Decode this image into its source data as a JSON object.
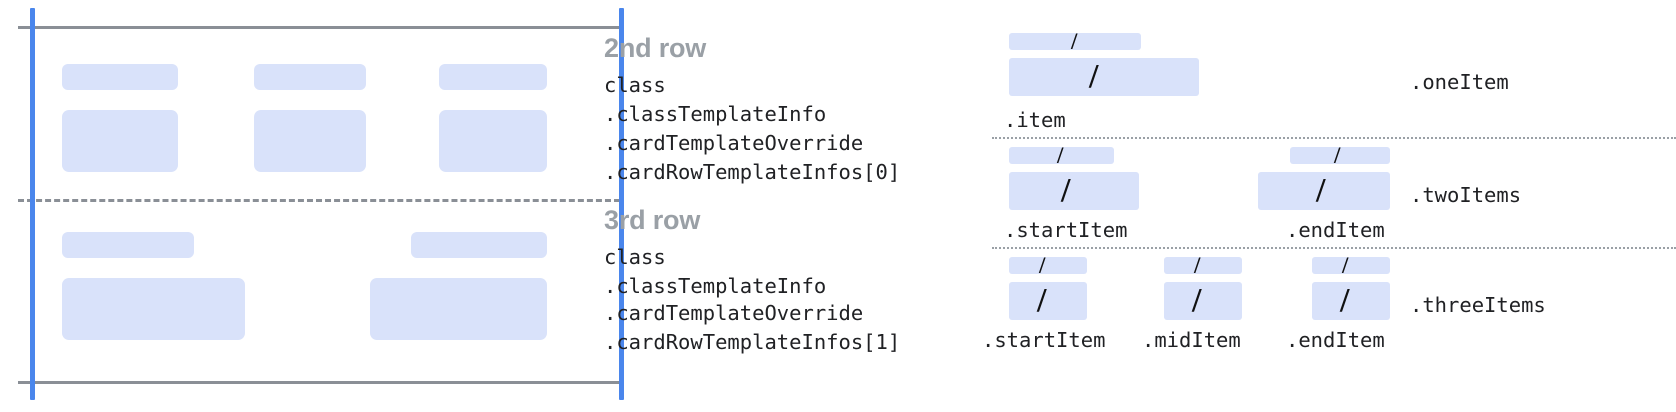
{
  "colors": {
    "placeholder_fill": "#d9e2fa",
    "guide_blue": "#4a86ec",
    "guide_gray": "#8a8f96",
    "heading_gray": "#9aa0a6",
    "mono_text": "#202124"
  },
  "left_panel": {
    "name": "card-row-template-preview",
    "rows": [
      {
        "name": "second-row-preview",
        "items": [
          {
            "label_bar": "placeholder-label",
            "value_box": "placeholder-value"
          },
          {
            "label_bar": "placeholder-label",
            "value_box": "placeholder-value"
          },
          {
            "label_bar": "placeholder-label",
            "value_box": "placeholder-value"
          }
        ]
      },
      {
        "name": "third-row-preview",
        "items": [
          {
            "label_bar": "placeholder-label",
            "value_box": "placeholder-value"
          },
          {
            "label_bar": "placeholder-label",
            "value_box": "placeholder-value"
          }
        ]
      }
    ],
    "guides": {
      "top_rule": "top-boundary-rule",
      "bottom_rule": "bottom-boundary-rule",
      "row_divider": "row-divider-dashed",
      "left_edge": "left-edge-guide",
      "right_edge": "right-edge-guide"
    }
  },
  "rows_annotations": [
    {
      "heading": "2nd row",
      "lines": [
        "class",
        ".classTemplateInfo",
        ".cardTemplateOverride",
        ".cardRowTemplateInfos[0]"
      ]
    },
    {
      "heading": "3rd row",
      "lines": [
        "class",
        ".classTemplateInfo",
        ".cardTemplateOverride",
        ".cardRowTemplateInfos[1]"
      ]
    }
  ],
  "right_panel": {
    "sections": [
      {
        "side_label": ".oneItem",
        "items": [
          {
            "glyph": "/",
            "caption": ".item"
          }
        ]
      },
      {
        "side_label": ".twoItems",
        "items": [
          {
            "glyph": "/",
            "caption": ".startItem"
          },
          {
            "glyph": "/",
            "caption": ".endItem"
          }
        ]
      },
      {
        "side_label": ".threeItems",
        "items": [
          {
            "glyph": "/",
            "caption": ".startItem"
          },
          {
            "glyph": "/",
            "caption": ".midItem"
          },
          {
            "glyph": "/",
            "caption": ".endItem"
          }
        ]
      }
    ],
    "dividers": [
      "section-divider-dotted",
      "section-divider-dotted"
    ]
  }
}
